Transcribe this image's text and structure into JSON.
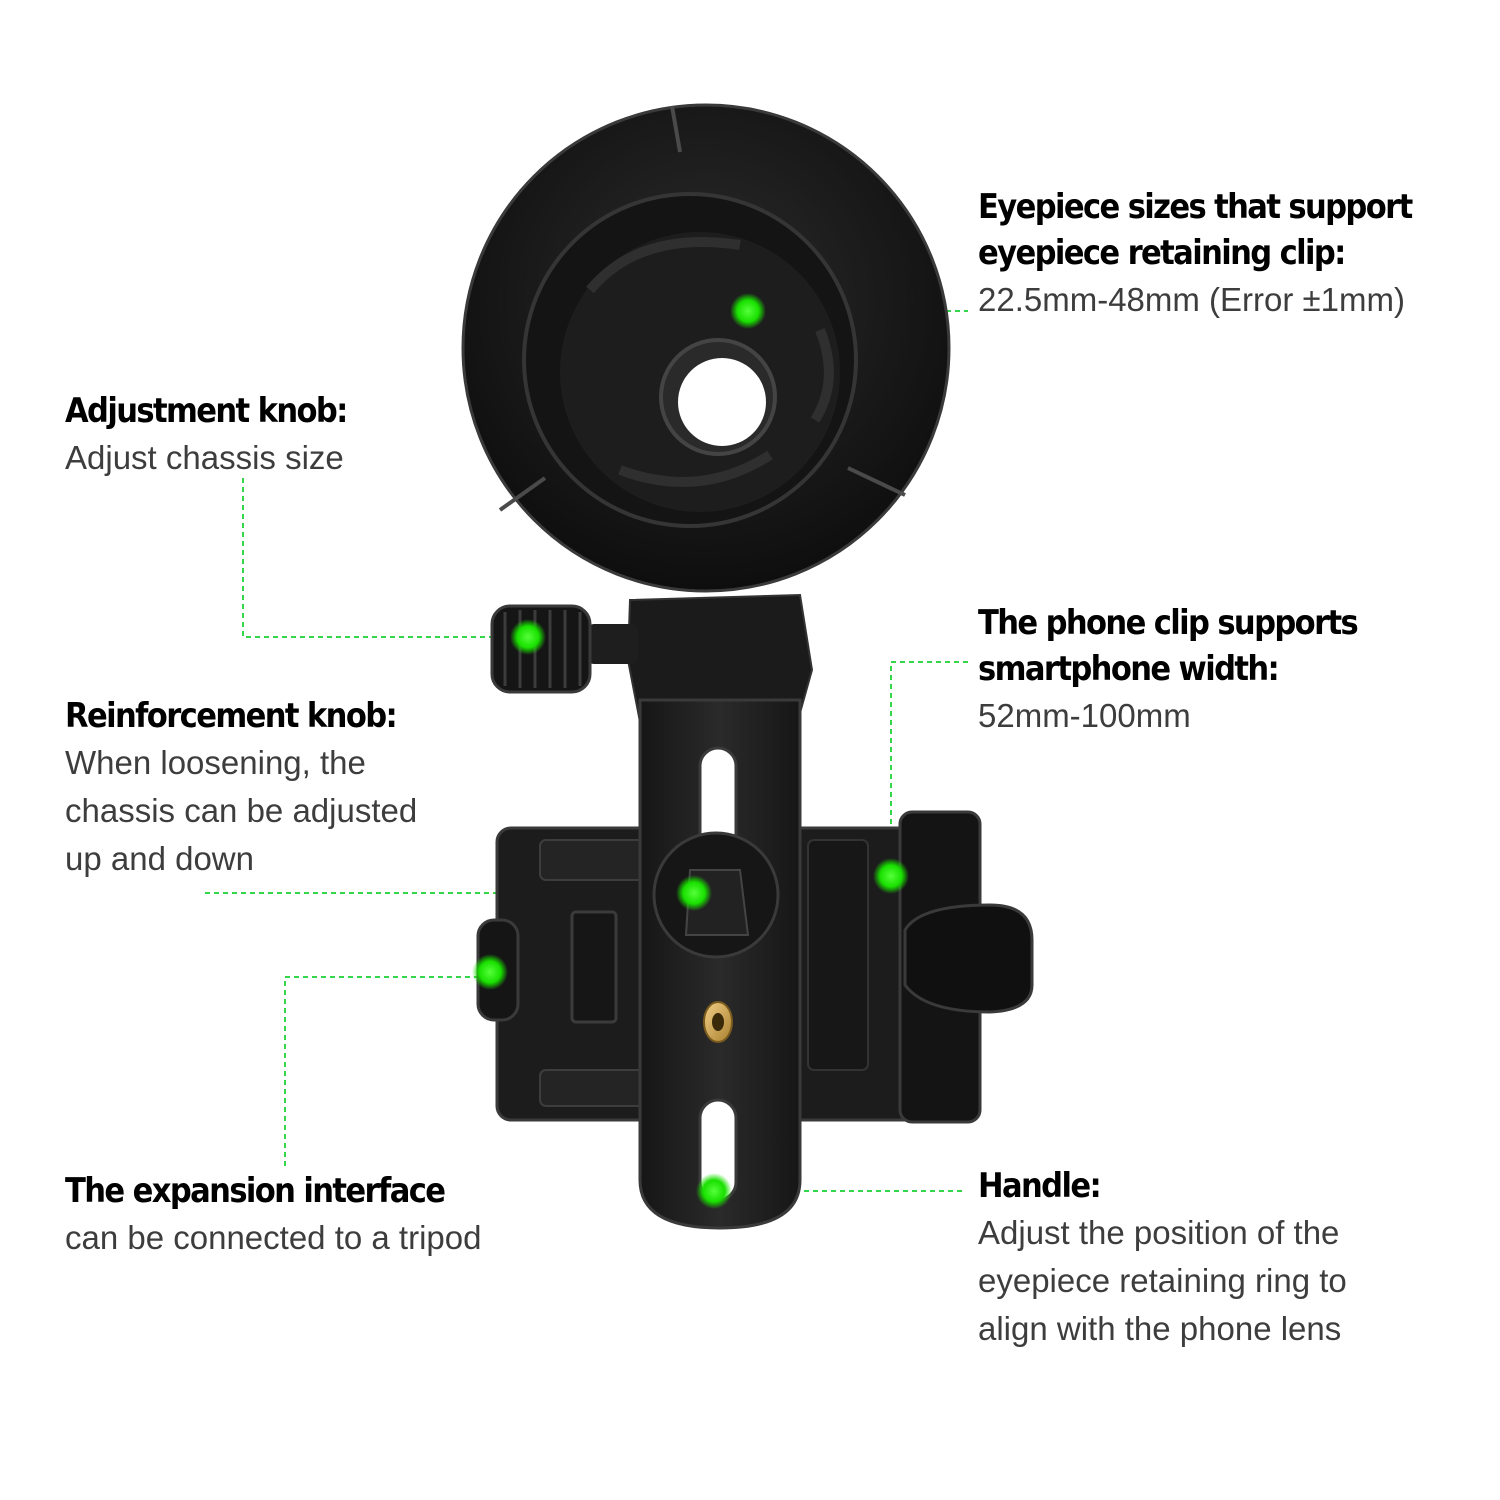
{
  "colors": {
    "background": "#ffffff",
    "accent_green": "#19e000",
    "leader_green": "#35d64a",
    "device_black": "#1a1a1a",
    "title_text": "#000000",
    "desc_text": "#3d3d3d"
  },
  "callouts": {
    "eyepiece": {
      "title_lines": [
        "Eyepiece sizes that support",
        "eyepiece retaining clip:"
      ],
      "desc_lines": [
        "22.5mm-48mm (Error ±1mm)"
      ]
    },
    "adjustment_knob": {
      "title_lines": [
        "Adjustment knob:"
      ],
      "desc_lines": [
        "Adjust chassis size"
      ]
    },
    "reinforcement_knob": {
      "title_lines": [
        "Reinforcement knob:"
      ],
      "desc_lines": [
        "When loosening, the",
        "chassis can be adjusted",
        "up and down"
      ]
    },
    "phone_clip": {
      "title_lines": [
        "The phone clip supports",
        "smartphone width:"
      ],
      "desc_lines": [
        "52mm-100mm"
      ]
    },
    "expansion_interface": {
      "title_lines": [
        "The expansion interface"
      ],
      "desc_lines": [
        "can be connected to a tripod"
      ]
    },
    "handle": {
      "title_lines": [
        "Handle:"
      ],
      "desc_lines": [
        "Adjust the position of the",
        "eyepiece retaining ring to",
        "align with the phone lens"
      ]
    }
  },
  "icons": [
    "eyepiece-ring-icon",
    "knob-icon",
    "phone-clamp-icon",
    "tripod-screw-icon"
  ]
}
